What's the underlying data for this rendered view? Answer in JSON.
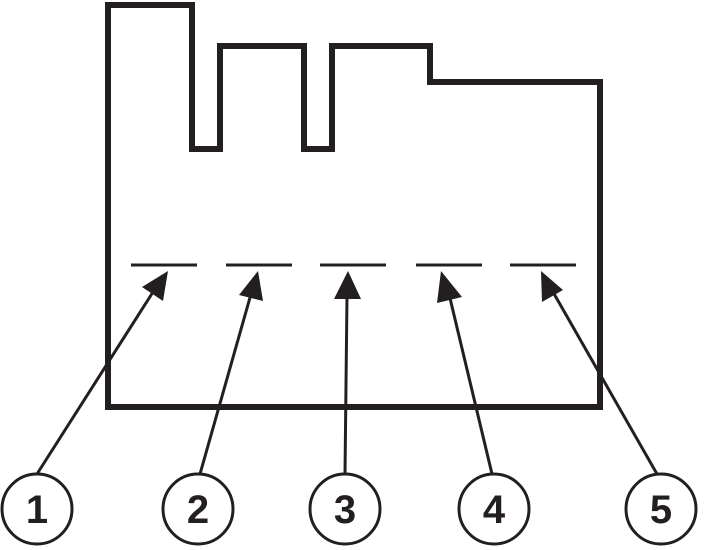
{
  "diagram": {
    "stroke_color": "#231f20",
    "background": "#ffffff",
    "pins": [
      {
        "label": "1"
      },
      {
        "label": "2"
      },
      {
        "label": "3"
      },
      {
        "label": "4"
      },
      {
        "label": "5"
      }
    ]
  }
}
